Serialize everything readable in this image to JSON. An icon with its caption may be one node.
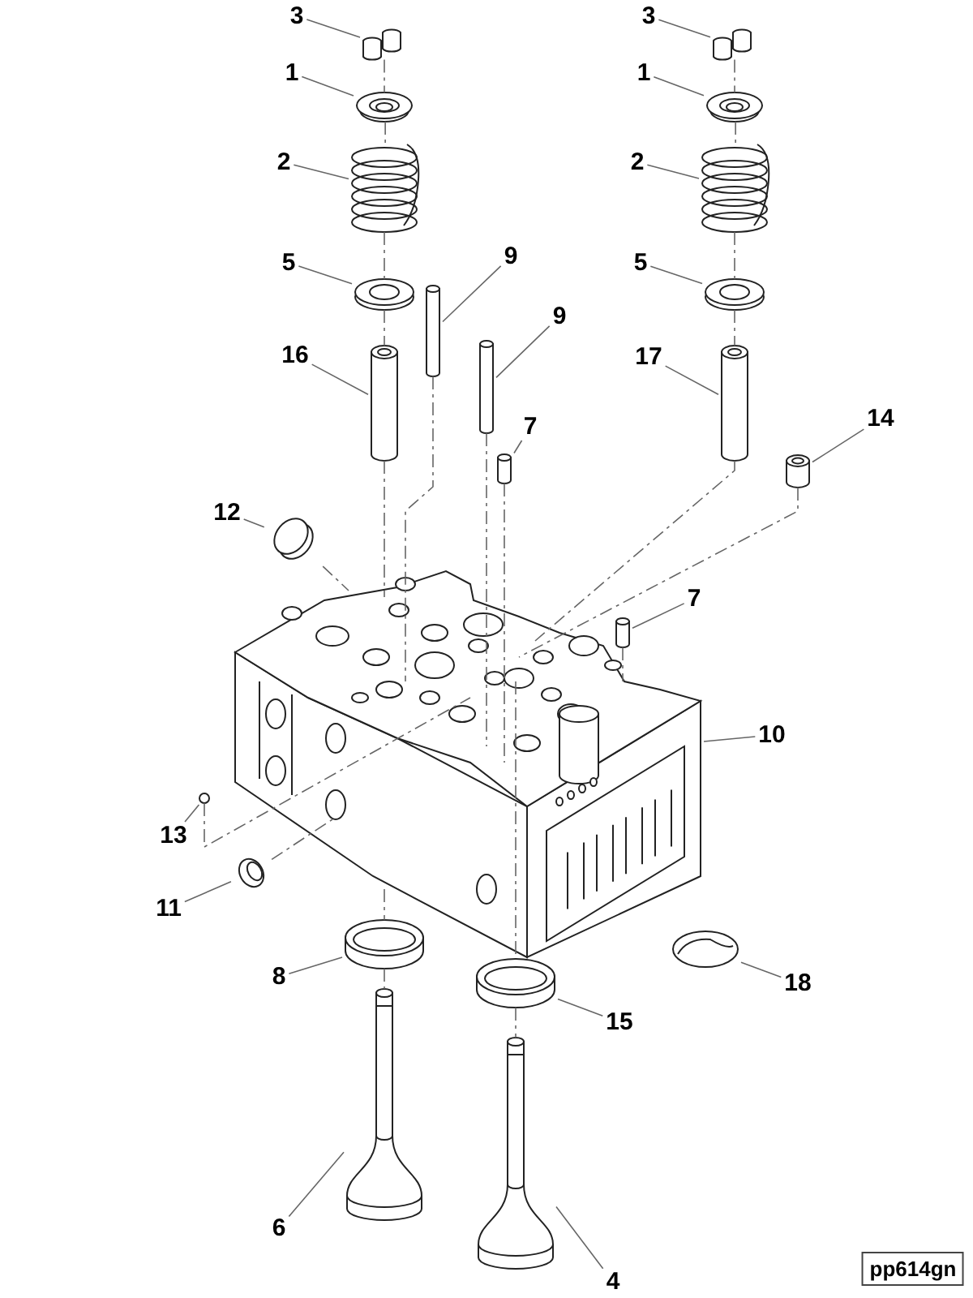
{
  "diagram": {
    "nodes": [
      {
        "text": [
          "3"
        ]
      },
      {
        "text": [
          "3"
        ]
      },
      {
        "text": [
          "1"
        ]
      },
      {
        "text": [
          "1"
        ]
      },
      {
        "text": [
          "2"
        ]
      },
      {
        "text": [
          "2"
        ]
      },
      {
        "text": [
          "9"
        ]
      },
      {
        "text": [
          "5"
        ]
      },
      {
        "text": [
          "5"
        ]
      },
      {
        "text": [
          "9"
        ]
      },
      {
        "text": [
          "16"
        ]
      },
      {
        "text": [
          "17"
        ]
      },
      {
        "text": [
          "7"
        ]
      },
      {
        "text": [
          "14"
        ]
      },
      {
        "text": [
          "12"
        ]
      },
      {
        "text": [
          "7"
        ]
      },
      {
        "text": [
          "10"
        ]
      },
      {
        "text": [
          "13"
        ]
      },
      {
        "text": [
          "11"
        ]
      },
      {
        "text": [
          "8"
        ]
      },
      {
        "text": [
          "18"
        ]
      },
      {
        "text": [
          "15"
        ]
      },
      {
        "text": [
          "6"
        ]
      },
      {
        "text": [
          "4"
        ]
      },
      {
        "text": [
          "pp614gn"
        ]
      },
      {
        "text": [],
        "shape": "picture"
      },
      {
        "text": [],
        "shape": "picture"
      },
      {
        "text": [],
        "shape": "picture"
      },
      {
        "text": [],
        "shape": "picture"
      },
      {
        "text": [],
        "shape": "picture"
      },
      {
        "text": [],
        "shape": "picture"
      },
      {
        "text": [],
        "shape": "cylinder"
      },
      {
        "text": [],
        "shape": "picture"
      },
      {
        "text": [],
        "shape": "picture"
      },
      {
        "text": [],
        "shape": "cylinder"
      },
      {
        "text": [],
        "shape": "cylinder"
      },
      {
        "text": [],
        "shape": "cylinder"
      },
      {
        "text": [],
        "shape": "cylinder"
      },
      {
        "text": [],
        "shape": "cylinder"
      },
      {
        "text": [],
        "shape": "circle"
      },
      {
        "text": [],
        "shape": "cylinder"
      },
      {
        "text": [],
        "shape": "picture"
      },
      {
        "text": [],
        "shape": "circle"
      },
      {
        "text": [],
        "shape": "picture"
      },
      {
        "text": [],
        "shape": "picture"
      },
      {
        "text": [],
        "shape": "picture"
      },
      {
        "text": [],
        "shape": "picture"
      },
      {
        "text": [],
        "shape": "picture"
      },
      {
        "text": [],
        "shape": "picture"
      }
    ],
    "edges": [
      {
        "from": 0,
        "to": 25,
        "arrow": "none"
      },
      {
        "from": 1,
        "to": 26,
        "arrow": "none"
      },
      {
        "from": 2,
        "to": 27,
        "arrow": "none"
      },
      {
        "from": 3,
        "to": 28,
        "arrow": "none"
      },
      {
        "from": 4,
        "to": 29,
        "arrow": "none"
      },
      {
        "from": 5,
        "to": 30,
        "arrow": "none"
      },
      {
        "from": 6,
        "to": 31,
        "arrow": "none"
      },
      {
        "from": 7,
        "to": 32,
        "arrow": "none"
      },
      {
        "from": 8,
        "to": 33,
        "arrow": "none"
      },
      {
        "from": 9,
        "to": 34,
        "arrow": "none"
      },
      {
        "from": 10,
        "to": 35,
        "arrow": "none"
      },
      {
        "from": 11,
        "to": 36,
        "arrow": "none"
      },
      {
        "from": 12,
        "to": 37,
        "arrow": "none"
      },
      {
        "from": 13,
        "to": 38,
        "arrow": "none"
      },
      {
        "from": 14,
        "to": 39,
        "arrow": "none"
      },
      {
        "from": 15,
        "to": 40,
        "arrow": "none"
      },
      {
        "from": 16,
        "to": 41,
        "arrow": "none"
      },
      {
        "from": 17,
        "to": 42,
        "arrow": "none"
      },
      {
        "from": 18,
        "to": 43,
        "arrow": "none"
      },
      {
        "from": 19,
        "to": 44,
        "arrow": "none"
      },
      {
        "from": 20,
        "to": 45,
        "arrow": "none"
      },
      {
        "from": 21,
        "to": 46,
        "arrow": "none"
      },
      {
        "from": 22,
        "to": 47,
        "arrow": "none"
      },
      {
        "from": 23,
        "to": 48,
        "arrow": "none"
      },
      {
        "from": 25,
        "to": 27,
        "arrow": "none",
        "style": "dashed"
      },
      {
        "from": 27,
        "to": 29,
        "arrow": "none",
        "style": "dashed"
      },
      {
        "from": 29,
        "to": 32,
        "arrow": "none",
        "style": "dashed"
      },
      {
        "from": 32,
        "to": 35,
        "arrow": "none",
        "style": "dashed"
      },
      {
        "from": 35,
        "to": 41,
        "arrow": "none",
        "style": "dashed"
      },
      {
        "from": 41,
        "to": 44,
        "arrow": "none",
        "style": "dashed"
      },
      {
        "from": 44,
        "to": 47,
        "arrow": "none",
        "style": "dashed"
      },
      {
        "from": 26,
        "to": 28,
        "arrow": "none",
        "style": "dashed"
      },
      {
        "from": 28,
        "to": 30,
        "arrow": "none",
        "style": "dashed"
      },
      {
        "from": 30,
        "to": 33,
        "arrow": "none",
        "style": "dashed"
      },
      {
        "from": 33,
        "to": 36,
        "arrow": "none",
        "style": "dashed"
      },
      {
        "from": 36,
        "to": 41,
        "arrow": "none",
        "style": "dashed"
      },
      {
        "from": 31,
        "to": 41,
        "arrow": "none",
        "style": "dashed"
      },
      {
        "from": 34,
        "to": 41,
        "arrow": "none",
        "style": "dashed"
      },
      {
        "from": 37,
        "to": 41,
        "arrow": "none",
        "style": "dashed"
      },
      {
        "from": 38,
        "to": 41,
        "arrow": "none",
        "style": "dashed"
      },
      {
        "from": 40,
        "to": 41,
        "arrow": "none",
        "style": "dashed"
      },
      {
        "from": 42,
        "to": 41,
        "arrow": "none",
        "style": "dashed"
      },
      {
        "from": 43,
        "to": 41,
        "arrow": "none",
        "style": "dashed"
      },
      {
        "from": 39,
        "to": 41,
        "arrow": "none",
        "style": "dashed"
      },
      {
        "from": 41,
        "to": 46,
        "arrow": "none",
        "style": "dashed"
      },
      {
        "from": 46,
        "to": 48,
        "arrow": "none",
        "style": "dashed"
      }
    ]
  }
}
